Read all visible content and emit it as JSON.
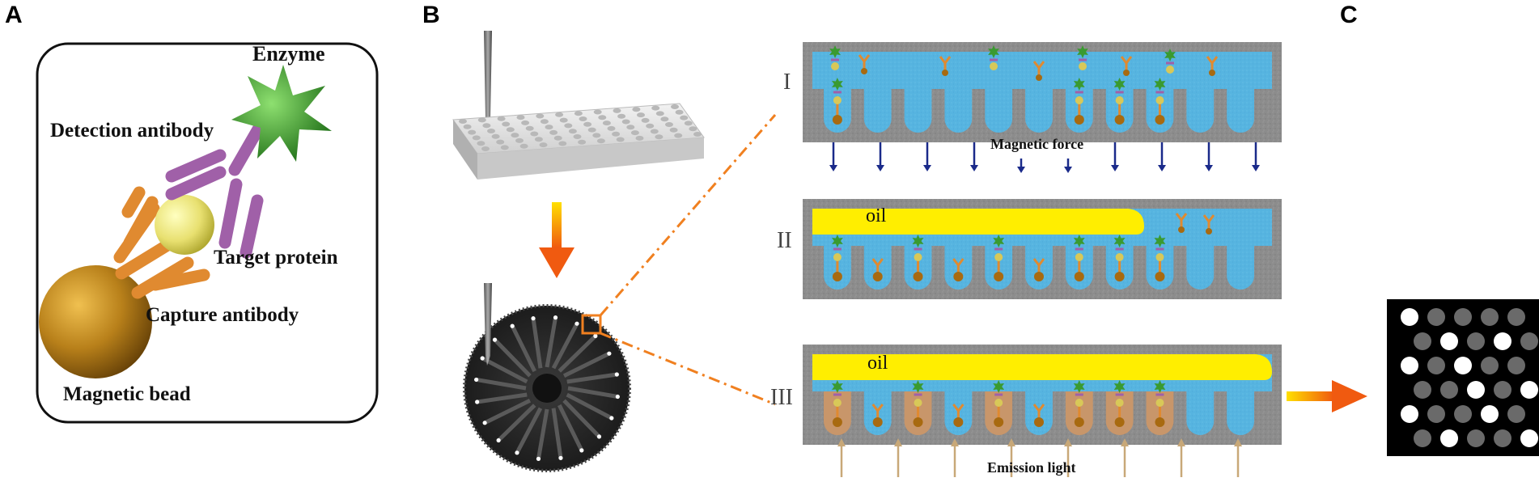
{
  "panels": {
    "a": "A",
    "b": "B",
    "c": "C"
  },
  "panel_a": {
    "enzyme": "Enzyme",
    "detection_antibody": "Detection antibody",
    "target_protein": "Target protein",
    "capture_antibody": "Capture antibody",
    "magnetic_bead": "Magnetic bead"
  },
  "panel_b": {
    "step_1": "I",
    "step_2": "II",
    "step_3": "III",
    "oil_label_2": "oil",
    "oil_label_3": "oil",
    "magnetic_force": "Magnetic force",
    "emission_light": "Emission light"
  },
  "colors": {
    "water": "#56b4e0",
    "oil": "#ffee00",
    "chamber": "#8c8c8c",
    "arrow_orange": "#f08020",
    "arrow_blue": "#1a2a8a",
    "arrow_tan": "#c8a878",
    "enzyme_green": "#3a9a30",
    "antibody_purple": "#a060a8",
    "antibody_orange": "#e08a30",
    "bead_gold": "#b8801a",
    "target_yellow": "#e8e070"
  },
  "panel_c": {
    "grid_cols": 5,
    "grid_rows": 6,
    "bright_wells": [
      1,
      0,
      0,
      0,
      0,
      0,
      1,
      0,
      1,
      0,
      1,
      0,
      1,
      0,
      0,
      0,
      0,
      1,
      0,
      1,
      1,
      0,
      0,
      1,
      0,
      0,
      1,
      0,
      0,
      1
    ]
  }
}
